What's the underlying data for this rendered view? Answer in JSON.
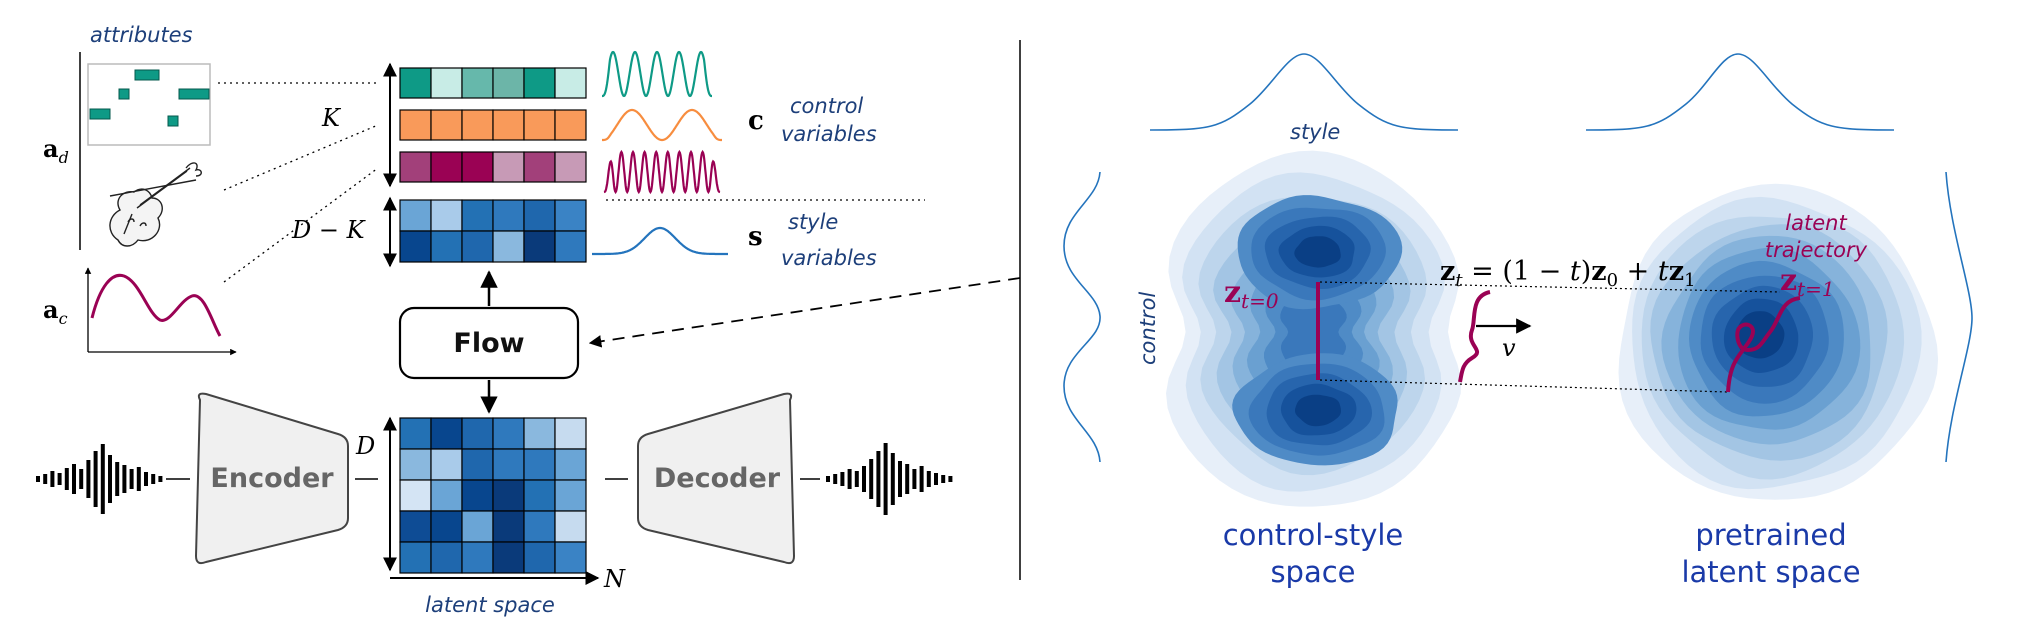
{
  "left": {
    "attributes_label": "attributes",
    "a_d": {
      "main": "a",
      "sub": "d"
    },
    "a_c": {
      "main": "a",
      "sub": "c"
    },
    "K_label": "K",
    "DK_label": "D − K",
    "D_label": "D",
    "N_label": "N",
    "c_label": "c",
    "s_label": "s",
    "control_variables": [
      "control",
      "variables"
    ],
    "style_variables": [
      "style",
      "variables"
    ],
    "flow_label": "Flow",
    "encoder_label": "Encoder",
    "decoder_label": "Decoder",
    "latent_space_label": "latent space",
    "control_rows": [
      [
        "#0e9a86",
        "#c8ece6",
        "#66b8ab",
        "#6cb5a8",
        "#0e9a86",
        "#c8ece6"
      ],
      [
        "#f99a5a",
        "#f99a5a",
        "#f99a5a",
        "#f99a5a",
        "#f99a5a",
        "#f99a5a"
      ],
      [
        "#a2407a",
        "#9a0254",
        "#9a0254",
        "#c79ab6",
        "#a2407a",
        "#c79ab6"
      ]
    ],
    "style_rows": [
      [
        "#6aa5d6",
        "#a9cbea",
        "#2371b4",
        "#2f79bd",
        "#1f67ad",
        "#3a83c5"
      ],
      [
        "#08468e",
        "#2371b4",
        "#1f67ad",
        "#8ab8de",
        "#0a3a7a",
        "#2f79bd"
      ]
    ],
    "latent_grid": [
      [
        "#2371b4",
        "#08468e",
        "#1f67ad",
        "#2f79bd",
        "#8ab8de",
        "#c6dbef"
      ],
      [
        "#8ab8de",
        "#a9cbea",
        "#1f67ad",
        "#2f79bd",
        "#2f79bd",
        "#6aa5d6"
      ],
      [
        "#d4e4f4",
        "#6aa5d6",
        "#08468e",
        "#0a3a7a",
        "#2371b4",
        "#6aa5d6"
      ],
      [
        "#0e4c95",
        "#08468e",
        "#6aa5d6",
        "#0a3a7a",
        "#2f79bd",
        "#c6dbef"
      ],
      [
        "#2371b4",
        "#1f67ad",
        "#2f79bd",
        "#0a3a7a",
        "#1f67ad",
        "#3a83c5"
      ]
    ],
    "wave_colors": [
      "#0e9a86",
      "#f78d3f",
      "#9a0254",
      "#2474bd"
    ]
  },
  "right": {
    "style_label": "style",
    "control_label": "control",
    "z_t0": {
      "main": "z",
      "sub": "t=0"
    },
    "z_t1": {
      "main": "z",
      "sub": "t=1"
    },
    "equation": "z_t = (1 − t)z_0 + tz_1",
    "eq_parts": {
      "z": "z",
      "t": "t",
      "eq": " = (1 − ",
      "t2": "t",
      "close": ")",
      "z0": "z",
      "zero": "0",
      "plus": " + ",
      "t3": "t",
      "z1": "z",
      "one": "1"
    },
    "v_label": "v",
    "latent_trajectory": [
      "latent",
      "trajectory"
    ],
    "control_style_space": [
      "control-style",
      "space"
    ],
    "pretrained_latent_space": [
      "pretrained",
      "latent space"
    ],
    "accent_color": "#9a0254",
    "title_color": "#1a3aa8"
  }
}
